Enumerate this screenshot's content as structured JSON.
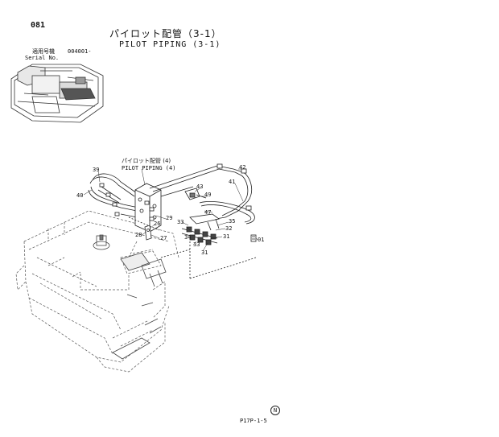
{
  "header": {
    "page_number": "081",
    "title_jp": "パイロット配管（3-1）",
    "title_en": "PILOT PIPING (3-1)",
    "serial_label_jp": "適用号機",
    "serial_value": "004001-",
    "serial_label_en": "Serial No."
  },
  "callout": {
    "label_jp": "パイロット配管 (4)",
    "label_en": "PILOT PIPING (4)"
  },
  "part_numbers": [
    "39",
    "40",
    "42",
    "41",
    "43",
    "49",
    "29",
    "26",
    "28",
    "27",
    "47",
    "33",
    "35",
    "32",
    "34",
    "31",
    "33",
    "31",
    "01"
  ],
  "footer": {
    "mark": "N",
    "code": "P17P-1-5"
  }
}
